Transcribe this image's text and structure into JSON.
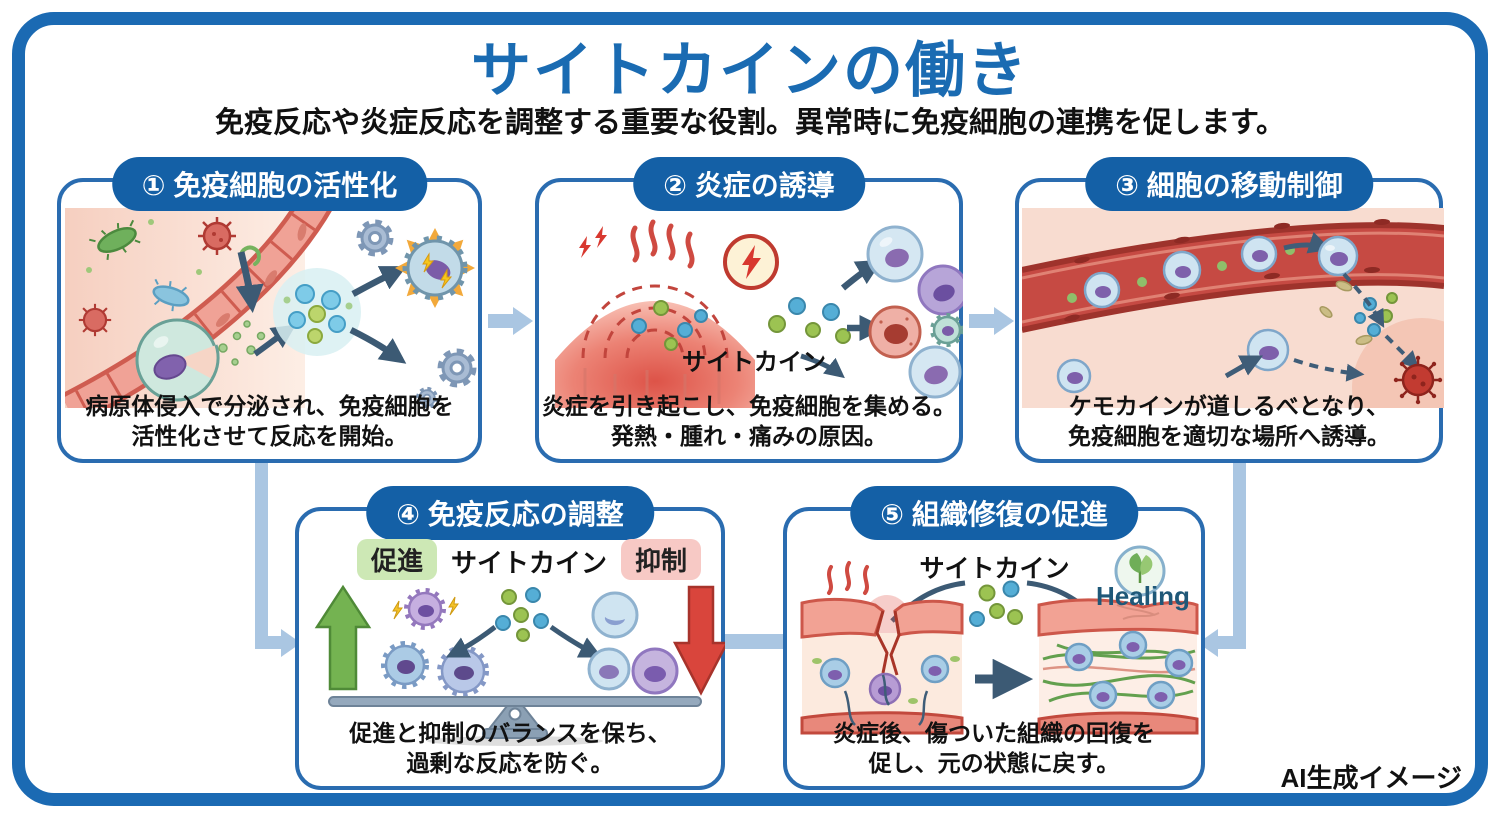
{
  "page": {
    "title": "サイトカインの働き",
    "subtitle": "免疫反応や炎症反応を調整する重要な役割。異常時に免疫細胞の連携を促します。",
    "credit": "AI生成イメージ"
  },
  "panels": [
    {
      "header": "① 免疫細胞の活性化",
      "caption1": "病原体侵入で分泌され、免疫細胞を",
      "caption2": "活性化させて反応を開始。"
    },
    {
      "header": "② 炎症の誘導",
      "label_cytokine": "サイトカイン",
      "caption1": "炎症を引き起こし、免疫細胞を集める。",
      "caption2": "発熱・腫れ・痛みの原因。"
    },
    {
      "header": "③ 細胞の移動制御",
      "caption1": "ケモカインが道しるべとなり、",
      "caption2": "免疫細胞を適切な場所へ誘導。"
    },
    {
      "header": "④ 免疫反応の調整",
      "label_promote": "促進",
      "label_cytokine": "サイトカイン",
      "label_suppress": "抑制",
      "caption1": "促進と抑制のバランスを保ち、",
      "caption2": "過剰な反応を防ぐ。"
    },
    {
      "header": "⑤ 組織修復の促進",
      "label_cytokine": "サイトカイン",
      "label_healing": "Healing",
      "caption1": "炎症後、傷ついた組織の回復を",
      "caption2": "促し、元の状態に戻す。"
    }
  ],
  "colors": {
    "primary_blue": "#1a6bb2",
    "pill_blue": "#1460a6",
    "panel_border_blue": "#2a6cb0",
    "connector_blue": "#aac6e2",
    "promote_green_bg": "#cde8b5",
    "suppress_pink_bg": "#f7c9c5",
    "healing_text": "#1f5878"
  }
}
